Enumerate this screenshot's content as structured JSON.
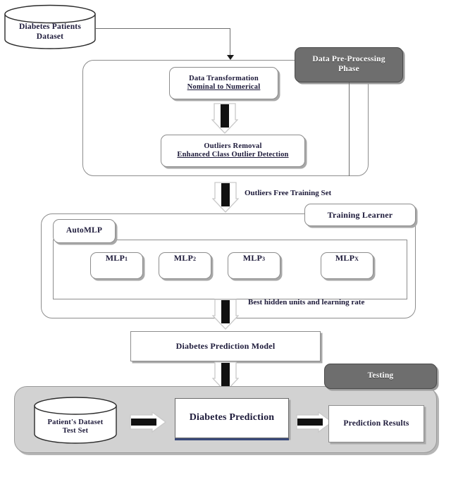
{
  "diagram": {
    "title": "Diabetes Prediction Framework",
    "colors": {
      "text": "#1d1a3a",
      "phase_tag_bg": "#6e6e6e",
      "phase_tag_text": "#ffffff",
      "panel_bg": "#d2d2d2",
      "border": "#8d8d8d",
      "shadow": "#a8a8a8",
      "arrow_shaft": "#1a1a1a",
      "arrow_outline": "#c9c9c9"
    },
    "nodes": {
      "source_dataset": {
        "line1": "Diabetes Patients",
        "line2": "Dataset"
      },
      "preprocessing_tag": {
        "line1": "Data Pre-Processing",
        "line2": "Phase"
      },
      "data_transformation": {
        "title": "Data Transformation",
        "subtitle": "Nominal to Numerical"
      },
      "outliers_removal": {
        "title": "Outliers Removal",
        "subtitle": "Enhanced Class Outlier Detection"
      },
      "training_learner_tag": {
        "label": "Training Learner"
      },
      "automlp_tag": {
        "label": "AutoMLP"
      },
      "mlp_units": [
        {
          "base": "MLP",
          "sub": "1"
        },
        {
          "base": "MLP",
          "sub": "2"
        },
        {
          "base": "MLP",
          "sub": "3"
        },
        {
          "base": "MLP",
          "sub": "X"
        }
      ],
      "prediction_model": {
        "label": "Diabetes Prediction Model"
      },
      "testing_tag": {
        "label": "Testing"
      },
      "test_dataset": {
        "line1": "Patient's Dataset",
        "line2": "Test Set"
      },
      "diabetes_prediction": {
        "label": "Diabetes Prediction"
      },
      "prediction_results": {
        "label": "Prediction Results"
      }
    },
    "edge_labels": {
      "outliers_free": "Outliers Free  Training Set",
      "best_hidden": "Best hidden units and learning rate"
    }
  }
}
